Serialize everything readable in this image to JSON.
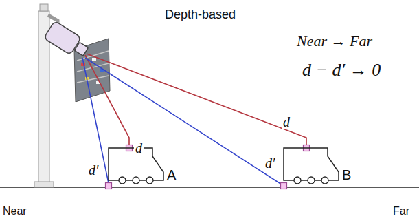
{
  "diagram": {
    "title": "Depth-based",
    "nodes": [
      {
        "text": [
          "A"
        ]
      },
      {
        "text": [
          "B"
        ]
      }
    ],
    "labels": [
      "Near → Far",
      "d − d′ → 0",
      "d",
      "d′",
      "d",
      "d′",
      "Near",
      "Far"
    ]
  }
}
